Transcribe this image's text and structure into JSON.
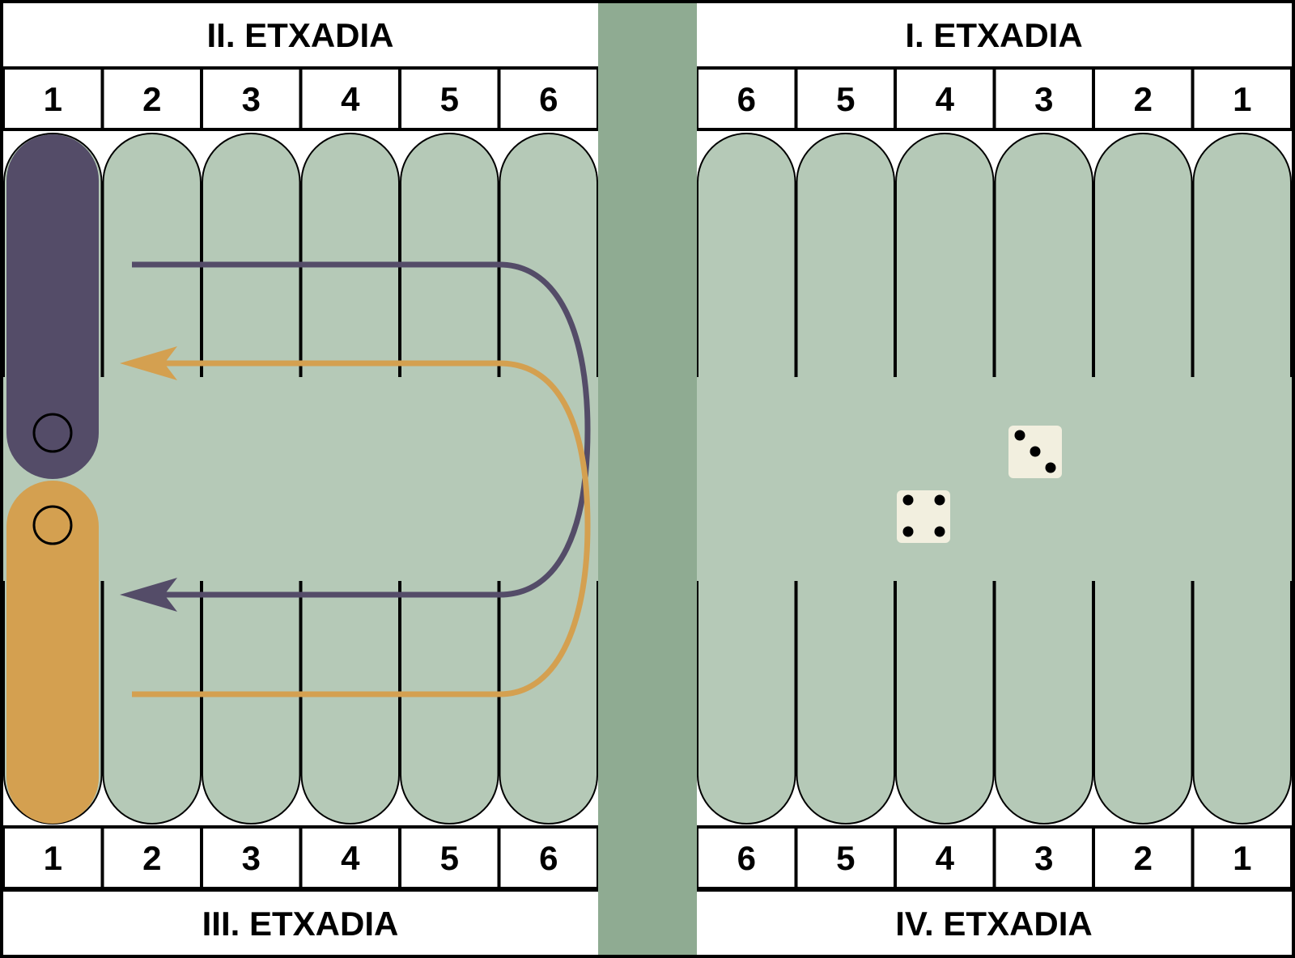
{
  "quadrants": {
    "top_left": {
      "title": "II. ETXADIA",
      "numbers": [
        "1",
        "2",
        "3",
        "4",
        "5",
        "6"
      ]
    },
    "top_right": {
      "title": "I. ETXADIA",
      "numbers": [
        "6",
        "5",
        "4",
        "3",
        "2",
        "1"
      ]
    },
    "bottom_left": {
      "title": "III. ETXADIA",
      "numbers": [
        "1",
        "2",
        "3",
        "4",
        "5",
        "6"
      ]
    },
    "bottom_right": {
      "title": "IV. ETXADIA",
      "numbers": [
        "6",
        "5",
        "4",
        "3",
        "2",
        "1"
      ]
    }
  },
  "dice": [
    {
      "name": "die-three",
      "value": 3
    },
    {
      "name": "die-four",
      "value": 4
    }
  ],
  "colors": {
    "board": "#b5c9b7",
    "bar": "#8fab92",
    "player_purple": "#544c68",
    "player_orange": "#d4a050",
    "die_face": "#f2efdf"
  }
}
